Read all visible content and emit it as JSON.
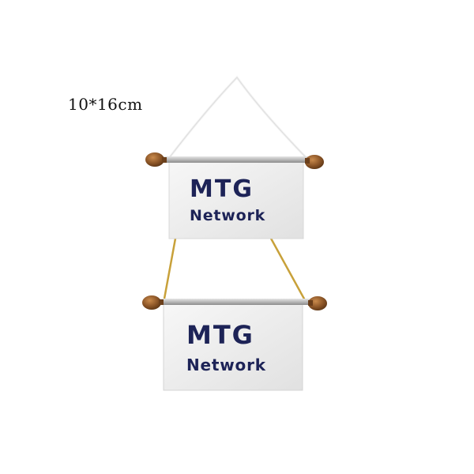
{
  "size_label": "10*16cm",
  "banners": [
    {
      "line1": "MTG",
      "line2": "Network"
    },
    {
      "line1": "MTG",
      "line2": "Network"
    }
  ]
}
